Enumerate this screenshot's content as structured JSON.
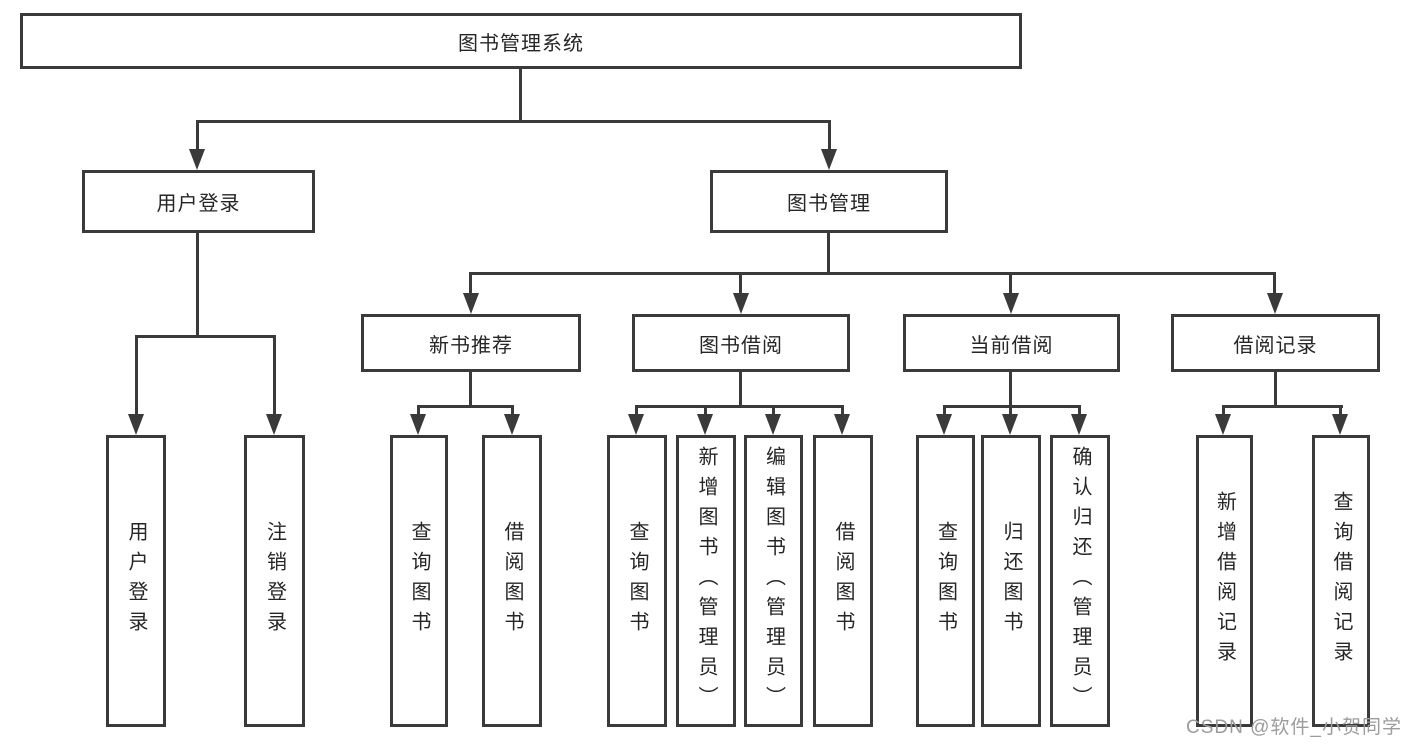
{
  "tree": {
    "root": "图书管理系统",
    "children": [
      {
        "label": "用户登录",
        "children": [
          "用户登录",
          "注销登录"
        ]
      },
      {
        "label": "图书管理",
        "children": [
          {
            "label": "新书推荐",
            "children": [
              "查询图书",
              "借阅图书"
            ]
          },
          {
            "label": "图书借阅",
            "children": [
              "查询图书",
              "新增图书（管理员）",
              "编辑图书（管理员）",
              "借阅图书"
            ]
          },
          {
            "label": "当前借阅",
            "children": [
              "查询图书",
              "归还图书",
              "确认归还（管理员）"
            ]
          },
          {
            "label": "借阅记录",
            "children": [
              "新增借阅记录",
              "查询借阅记录"
            ]
          }
        ]
      }
    ]
  },
  "watermark": "CSDN @软件_小贺同学",
  "colors": {
    "line": "#3a3a3a",
    "text": "#262626",
    "watermark": "#9c9c9c",
    "background": "#ffffff"
  }
}
